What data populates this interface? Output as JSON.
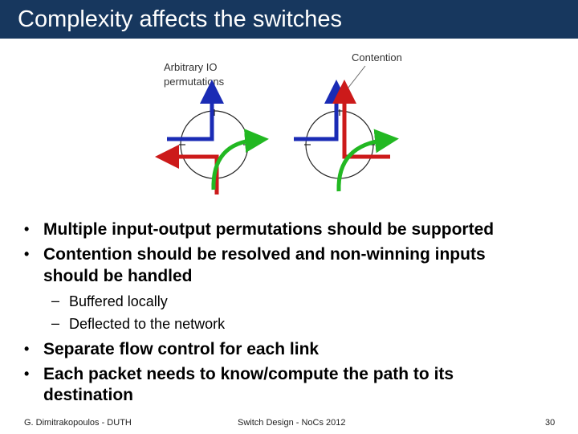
{
  "slide": {
    "title": "Complexity affects the switches",
    "figure": {
      "label_left_line1": "Arbitrary IO",
      "label_left_line2": "permutations",
      "label_right": "Contention",
      "colors": {
        "blue": "#1a2bb5",
        "red": "#cc1a1a",
        "green": "#22b822",
        "circle": "#222222"
      }
    },
    "bullets": [
      {
        "text": "Multiple input-output permutations should be supported"
      },
      {
        "line1": "Contention should be resolved and non-winning inputs",
        "line2": "should be handled"
      },
      {
        "text": "Separate flow control for each link"
      },
      {
        "line1": "Each packet needs to know/compute the path to its",
        "line2": "destination"
      }
    ],
    "subbullets": [
      "Buffered locally",
      "Deflected to the network"
    ],
    "bullet_mark": "•",
    "dash_mark": "–",
    "footer": {
      "left": "G. Dimitrakopoulos - DUTH",
      "center": "Switch Design - NoCs 2012",
      "page": "30"
    }
  }
}
